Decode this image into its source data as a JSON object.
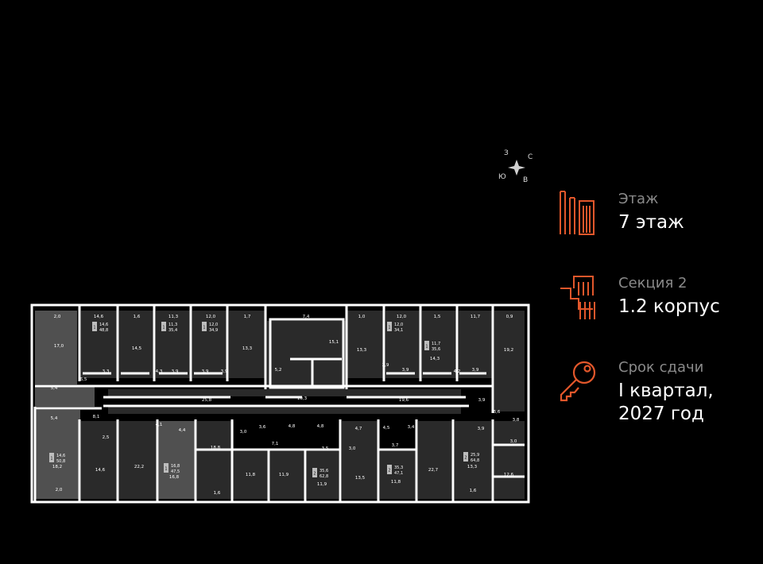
{
  "colors": {
    "accent": "#e2572b",
    "background": "#000000",
    "room_fill": "#2a2a2a",
    "selected_fill": "#505050",
    "wall": "#ffffff"
  },
  "compass": {
    "n": "С",
    "e": "В",
    "s": "Ю",
    "w": "З"
  },
  "info": {
    "floor": {
      "icon": "floor-icon",
      "label": "Этаж",
      "value": "7 этаж"
    },
    "section": {
      "icon": "section-icon",
      "label": "Секция 2",
      "value": "1.2 корпус"
    },
    "deadline": {
      "icon": "key-icon",
      "label": "Срок сдачи",
      "value_line1": "I квартал,",
      "value_line2": "2027 год"
    }
  },
  "plan": {
    "labels": [
      "2,0",
      "14,6",
      "1,6",
      "11,3",
      "12,0",
      "1,7",
      "7,4",
      "1,0",
      "12,0",
      "1,5",
      "11,7",
      "0,9",
      "17,0",
      "14,5",
      "13,3",
      "15,1",
      "13,3",
      "14,3",
      "19,2",
      "3,3",
      "4,3",
      "3,9",
      "3,9",
      "3,9",
      "5,2",
      "2,9",
      "3,9",
      "4,2",
      "3,9",
      "6,5",
      "5,4",
      "25,8",
      "10,3",
      "19,6",
      "3,9",
      "5,4",
      "8,1",
      "4,1",
      "4,4",
      "3,0",
      "3,6",
      "4,8",
      "4,8",
      "4,7",
      "4,5",
      "3,4",
      "3,9",
      "6,6",
      "3,8",
      "2,5",
      "18,8",
      "7,1",
      "3,5",
      "3,0",
      "3,7",
      "3,0",
      "18,2",
      "14,6",
      "22,2",
      "16,8",
      "11,8",
      "11,9",
      "11,9",
      "13,5",
      "11,8",
      "22,7",
      "13,3",
      "12,6",
      "2,0",
      "1,6",
      "1,6"
    ],
    "apartments": [
      {
        "rooms": "1",
        "area_line1": "14,6",
        "area_line2": "48,8"
      },
      {
        "rooms": "1",
        "area_line1": "11,3",
        "area_line2": "35,4"
      },
      {
        "rooms": "1",
        "area_line1": "12,0",
        "area_line2": "34,9"
      },
      {
        "rooms": "1",
        "area_line1": "12,0",
        "area_line2": "34,1"
      },
      {
        "rooms": "1",
        "area_line1": "11,7",
        "area_line2": "35,6"
      },
      {
        "rooms": "1",
        "area_line1": "14,6",
        "area_line2": "50,8"
      },
      {
        "rooms": "1",
        "area_line1": "16,8",
        "area_line2": "47,5"
      },
      {
        "rooms": "2",
        "area_line1": "35,6",
        "area_line2": "62,8"
      },
      {
        "rooms": "2",
        "area_line1": "35,3",
        "area_line2": "47,1"
      },
      {
        "rooms": "2",
        "area_line1": "25,9",
        "area_line2": "64,8"
      }
    ]
  }
}
